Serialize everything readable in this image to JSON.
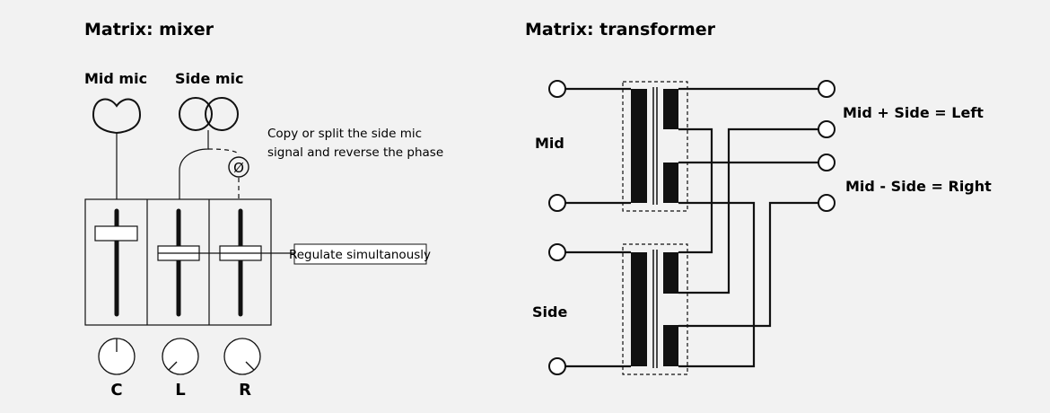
{
  "mixer": {
    "title": "Matrix: mixer",
    "mid_mic_label": "Mid mic",
    "side_mic_label": "Side mic",
    "note_line1": "Copy or split the side mic",
    "note_line2": "signal and reverse the phase",
    "regulate_label": "Regulate simultanously",
    "phase_symbol": "Ø",
    "channels": [
      {
        "label": "C"
      },
      {
        "label": "L"
      },
      {
        "label": "R"
      }
    ]
  },
  "transformer": {
    "title": "Matrix: transformer",
    "mid_label": "Mid",
    "side_label": "Side",
    "left_output": "Mid + Side = Left",
    "right_output": "Mid - Side = Right"
  },
  "colors": {
    "background": "#f2f2f2",
    "ink": "#111111"
  }
}
